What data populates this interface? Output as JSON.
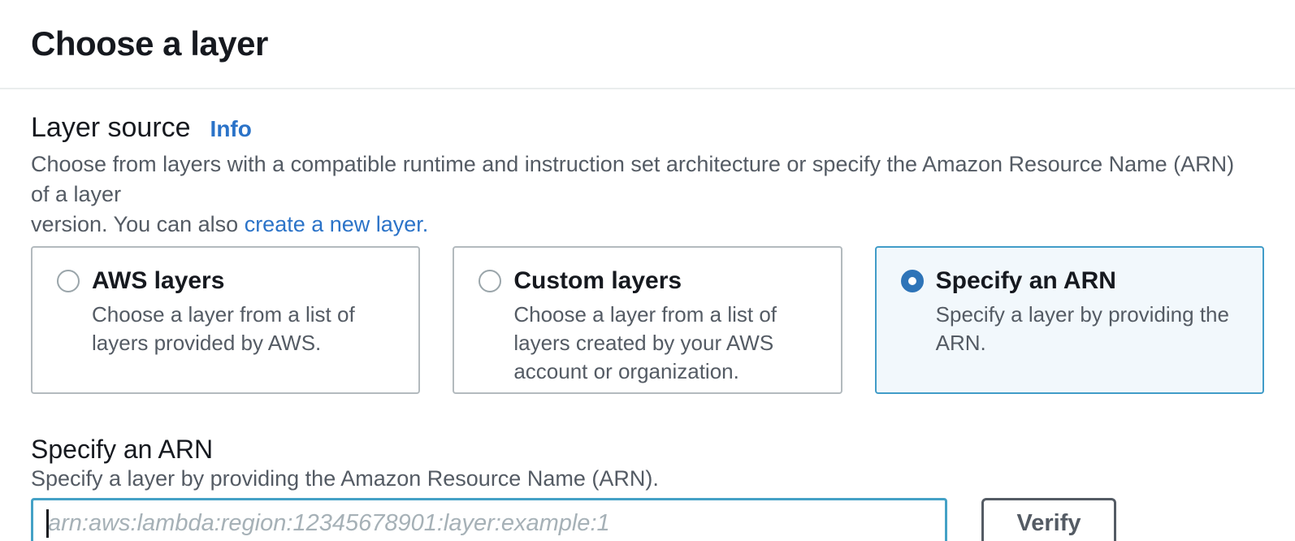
{
  "page": {
    "title": "Choose a layer"
  },
  "layer_source": {
    "label": "Layer source",
    "info_link": "Info",
    "description_line1": "Choose from layers with a compatible runtime and instruction set architecture or specify the Amazon Resource Name (ARN) of a layer",
    "description_line2": "version. You can also ",
    "create_link": "create a new layer."
  },
  "options": [
    {
      "title": "AWS layers",
      "description": "Choose a layer from a list of layers provided by AWS.",
      "selected": false
    },
    {
      "title": "Custom layers",
      "description": "Choose a layer from a list of layers created by your AWS account or organization.",
      "selected": false
    },
    {
      "title": "Specify an ARN",
      "description": "Specify a layer by providing the ARN.",
      "selected": true
    }
  ],
  "arn_section": {
    "title": "Specify an ARN",
    "description": "Specify a layer by providing the Amazon Resource Name (ARN).",
    "input_placeholder": "arn:aws:lambda:region:12345678901:layer:example:1",
    "input_value": "",
    "verify_button": "Verify"
  },
  "colors": {
    "accent_blue": "#2b73c8",
    "selected_border": "#419cc8",
    "selected_bg": "#f2f8fc",
    "radio_selected": "#2e74b8",
    "input_focus_border": "#44a1c6",
    "button_border": "#545b64",
    "heading_text": "#16191f",
    "body_text": "#545b64",
    "placeholder_text": "#a6b1b7",
    "divider": "#eaeded",
    "card_border": "#b3babe"
  }
}
